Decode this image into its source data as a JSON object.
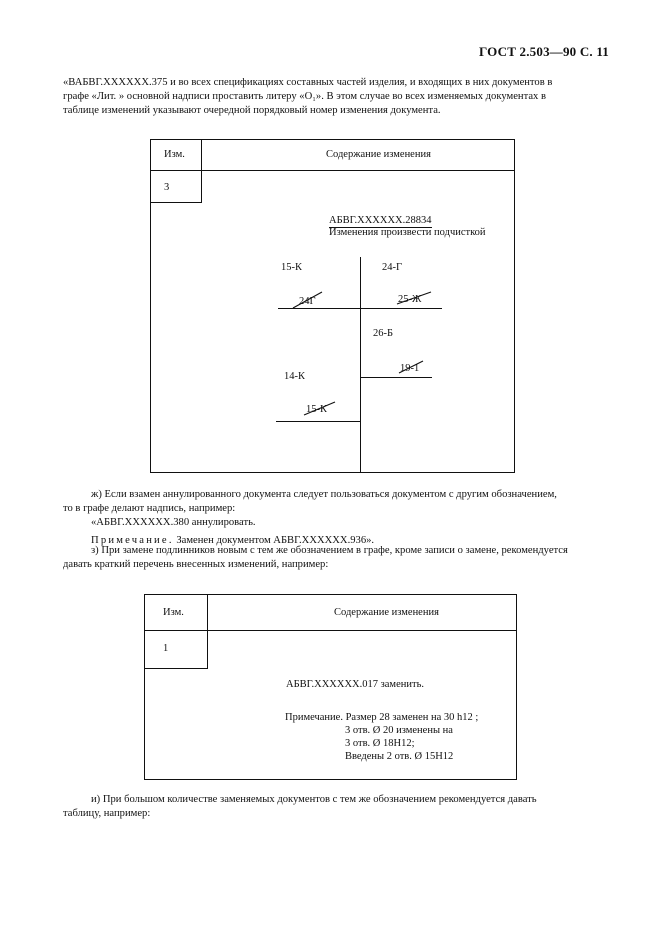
{
  "header": {
    "page_label": "ГОСТ 2.503—90 С. 11"
  },
  "intro": {
    "line1": "«ВАБВГ.XXXXXX.375 и во всех спецификациях составных частей изделия, и входящих в них документов в",
    "line2": "графе «Лит. » основной надписи проставить литеру «О₁». В этом случае во всех изменяемых документах в",
    "line3": "таблице изменений указывают очередной порядковый номер изменения документа."
  },
  "form1": {
    "col_izm": "Изм.",
    "col_content": "Содержание изменения",
    "change_number": "3",
    "doc_code": "АБВГ.XXXXXX.28834",
    "instruction": "Изменения произвести подчисткой",
    "labels": {
      "a": "15-К",
      "b": "24-Г",
      "c": "24Г",
      "d": "25-Ж",
      "e": "26-Б",
      "f": "19-1",
      "g": "14-К",
      "h": "15-К"
    }
  },
  "para_zh": {
    "line1": "ж) Если взамен аннулированного документа следует пользоваться документом с другим обозначением,",
    "line2": "то в графе делают надпись, например:",
    "line3": "«АБВГ.XXXXXX.380 аннулировать.",
    "note_label": "Примечание.",
    "note_text": "Заменен документом АБВГ.XXXXXX.936»."
  },
  "para_z": {
    "line1": "з) При замене подлинников новым с тем же обозначением в графе, кроме записи о замене, рекомендуется",
    "line2": "давать краткий перечень внесенных изменений, например:"
  },
  "form2": {
    "col_izm": "Изм.",
    "col_content": "Содержание изменения",
    "change_number": "1",
    "replace_line": "АБВГ.XXXXXX.017 заменить.",
    "note1": "Примечание. Размер 28 заменен на 30 h12 ;",
    "note2": "3 отв. Ø 20 изменены на",
    "note3": "3 отв. Ø 18H12;",
    "note4": "Введены 2 отв. Ø 15H12"
  },
  "para_i": {
    "line1": "и) При большом количестве заменяемых документов с тем же обозначением рекомендуется давать",
    "line2": "таблицу, например:"
  }
}
